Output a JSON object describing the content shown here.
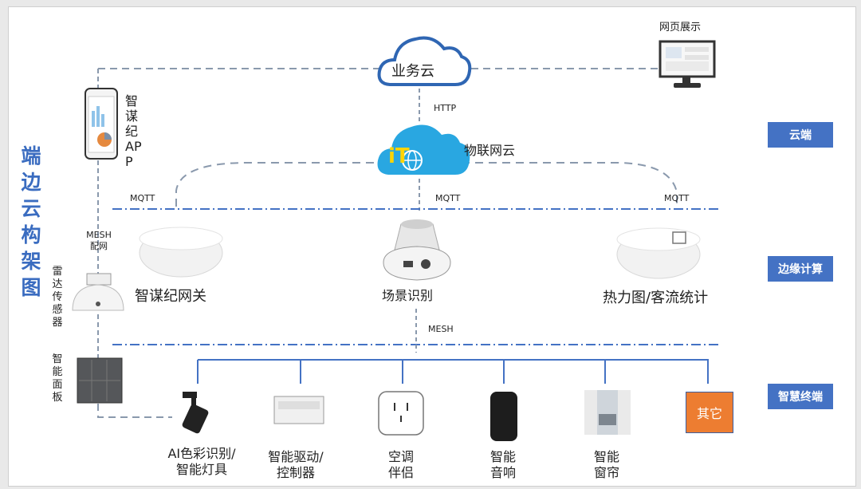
{
  "title": "端边云构架图",
  "layers": {
    "cloud": "云端",
    "edge": "边缘计算",
    "terminal": "智慧终端"
  },
  "nodes": {
    "business_cloud": "业务云",
    "iot_cloud": "物联网云",
    "iot_logo_text": "iT",
    "web_display": "网页展示",
    "app_label": "智谋纪APP",
    "gateway": "智谋纪网关",
    "scene": "场景识别",
    "heatmap": "热力图/客流统计",
    "radar": "雷达传感器",
    "panel": "智能面板",
    "dev1": "AI色彩识别/智能灯具",
    "dev2": "智能驱动/控制器",
    "dev3": "空调伴侣",
    "dev4": "智能音响",
    "dev5": "智能窗帘",
    "dev6": "其它"
  },
  "protocols": {
    "http": "HTTP",
    "mqtt": "MQTT",
    "mesh": "MESH",
    "mesh_net": "MESH配网"
  },
  "colors": {
    "accent": "#4472c4",
    "line": "#8a99ad",
    "other": "#ed7d31",
    "cloud_stroke": "#2f66b3"
  }
}
